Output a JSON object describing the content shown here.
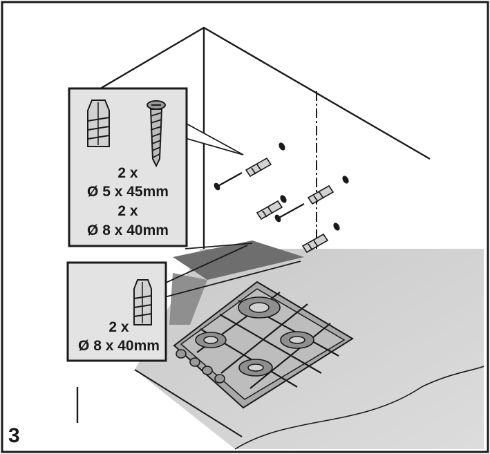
{
  "step_number": "3",
  "upper_callout": {
    "line1": "2 x",
    "line2": "Ø 5 x 45mm",
    "line3": "2 x",
    "line4": "Ø 8 x 40mm",
    "icons": [
      "wall-plug-icon",
      "screw-icon"
    ]
  },
  "lower_callout": {
    "line1": "2 x",
    "line2": "Ø 8 x 40mm",
    "icons": [
      "wall-plug-icon"
    ]
  },
  "colors": {
    "line": "#1a1a1a",
    "panel_fill": "#e3e3e3",
    "shade_dark": "#6e6e6e",
    "shade_mid": "#a9a9a9",
    "shade_light": "#d2d2d2",
    "background": "#ffffff"
  }
}
